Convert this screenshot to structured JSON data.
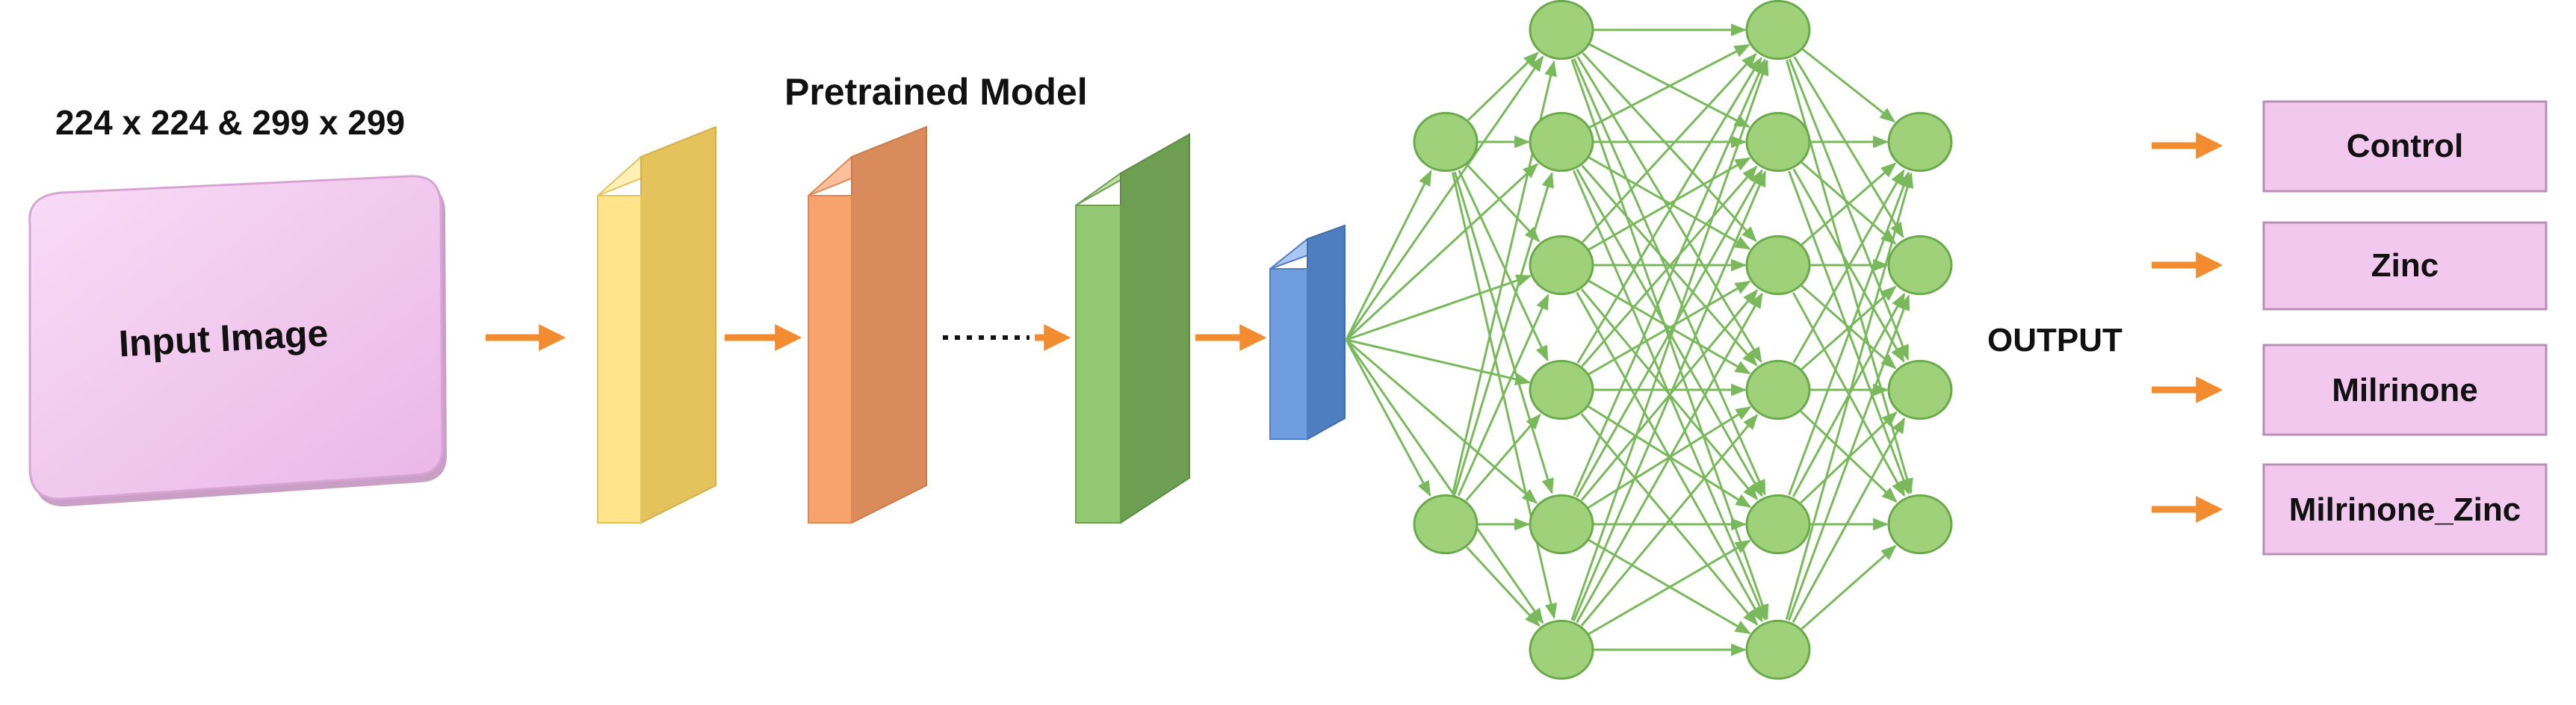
{
  "input": {
    "size_label": "224 x 224 & 299 x 299",
    "box_label": "Input Image"
  },
  "model": {
    "title": "Pretrained Model"
  },
  "output": {
    "label": "OUTPUT",
    "classes": [
      "Control",
      "Zinc",
      "Milrinone",
      "Milrinone_Zinc"
    ]
  },
  "colors": {
    "input_box": "#f2c8ef",
    "layer_yellow": "#ffe48c",
    "layer_orange": "#f8a26e",
    "layer_green": "#94c973",
    "layer_blue": "#6f9ee0",
    "arrow": "#f28c2f",
    "node_fill": "#9fd07a",
    "node_stroke": "#6aaa4a",
    "edge": "#79b95b",
    "class_box": "#f2c8ef"
  }
}
